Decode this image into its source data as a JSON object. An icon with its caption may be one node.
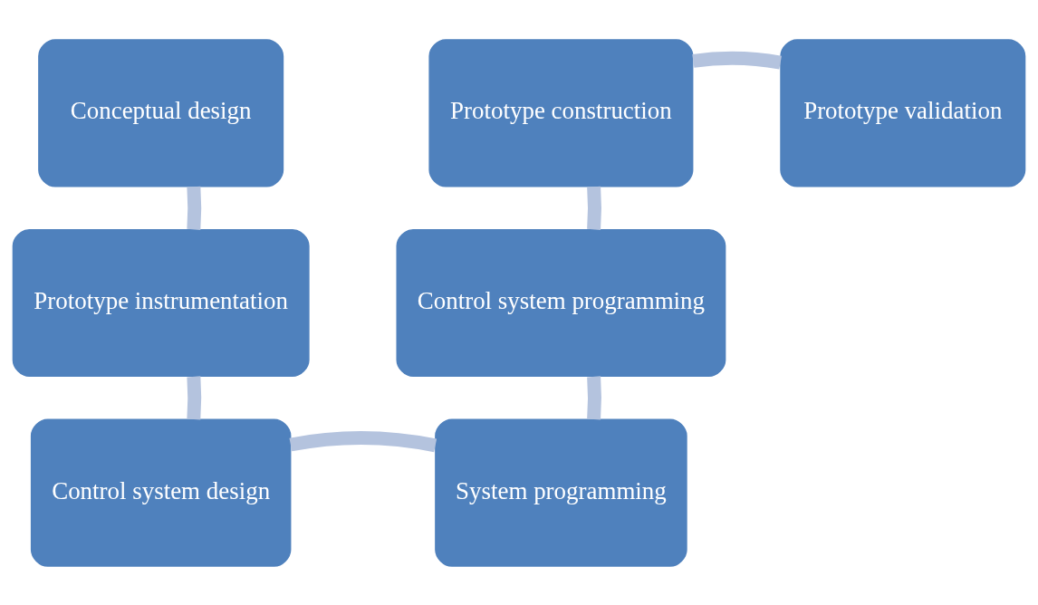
{
  "diagram": {
    "nodes": [
      {
        "text": [
          "Conceptual design"
        ]
      },
      {
        "text": [
          "Prototype instrumentation"
        ]
      },
      {
        "text": [
          "Control system design"
        ]
      },
      {
        "text": [
          "System programming"
        ]
      },
      {
        "text": [
          "Control system programming"
        ]
      },
      {
        "text": [
          "Prototype construction"
        ]
      },
      {
        "text": [
          "Prototype validation"
        ]
      }
    ],
    "edges": [
      {
        "from": 0,
        "to": 1,
        "arrow": "none"
      },
      {
        "from": 1,
        "to": 2,
        "arrow": "none"
      },
      {
        "from": 2,
        "to": 3,
        "arrow": "none"
      },
      {
        "from": 3,
        "to": 4,
        "arrow": "none"
      },
      {
        "from": 4,
        "to": 5,
        "arrow": "none"
      },
      {
        "from": 5,
        "to": 6,
        "arrow": "none"
      }
    ]
  }
}
